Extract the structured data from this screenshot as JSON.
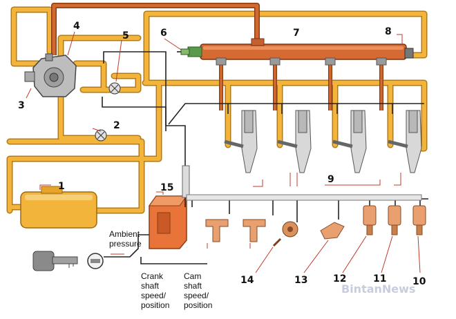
{
  "callouts": {
    "n1": "1",
    "n2": "2",
    "n3": "3",
    "n4": "4",
    "n5": "5",
    "n6": "6",
    "n7": "7",
    "n8": "8",
    "n9": "9",
    "n10": "10",
    "n11": "11",
    "n12": "12",
    "n13": "13",
    "n14": "14",
    "n15": "15"
  },
  "labels": {
    "ambient": [
      "Ambient",
      "pressure"
    ],
    "crank": [
      "Crank",
      "shaft",
      "speed/",
      "position"
    ],
    "cam": [
      "Cam",
      "shaft",
      "speed/",
      "position"
    ]
  },
  "watermark": "BintanNews",
  "colors": {
    "fuel_line": "#f2b43a",
    "fuel_line_edge": "#b07a18",
    "high_pressure": "#d2692e",
    "high_pressure_edge": "#8a3c14",
    "wire": "#222222",
    "sensor": "#e8a070",
    "ecu": "#e8743a"
  }
}
